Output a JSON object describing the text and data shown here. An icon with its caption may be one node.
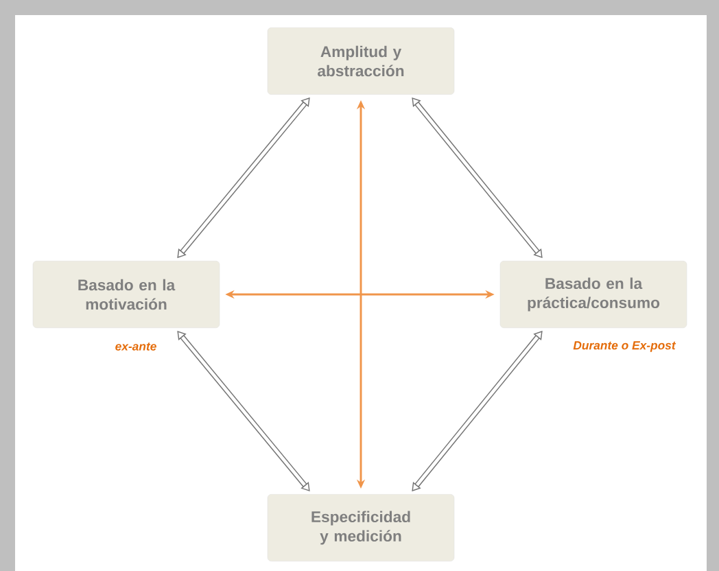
{
  "diagram": {
    "nodes": [
      {
        "text": [
          "Amplitud y abstracción"
        ]
      },
      {
        "text": [
          "Basado en la motivación"
        ],
        "beside": [
          "ex-ante"
        ]
      },
      {
        "text": [
          "Basado en la práctica/consumo"
        ],
        "beside": [
          "Durante o Ex-post"
        ]
      },
      {
        "text": [
          "Especificidad y medición"
        ]
      }
    ],
    "edges": [
      {
        "from": 0,
        "to": 1,
        "arrow": "both"
      },
      {
        "from": 0,
        "to": 2,
        "arrow": "both"
      },
      {
        "from": 1,
        "to": 3,
        "arrow": "both"
      },
      {
        "from": 2,
        "to": 3,
        "arrow": "both"
      },
      {
        "from": 0,
        "to": 3,
        "arrow": "both",
        "color": "#f0954a"
      },
      {
        "from": 1,
        "to": 2,
        "arrow": "both",
        "color": "#f0954a"
      }
    ]
  }
}
